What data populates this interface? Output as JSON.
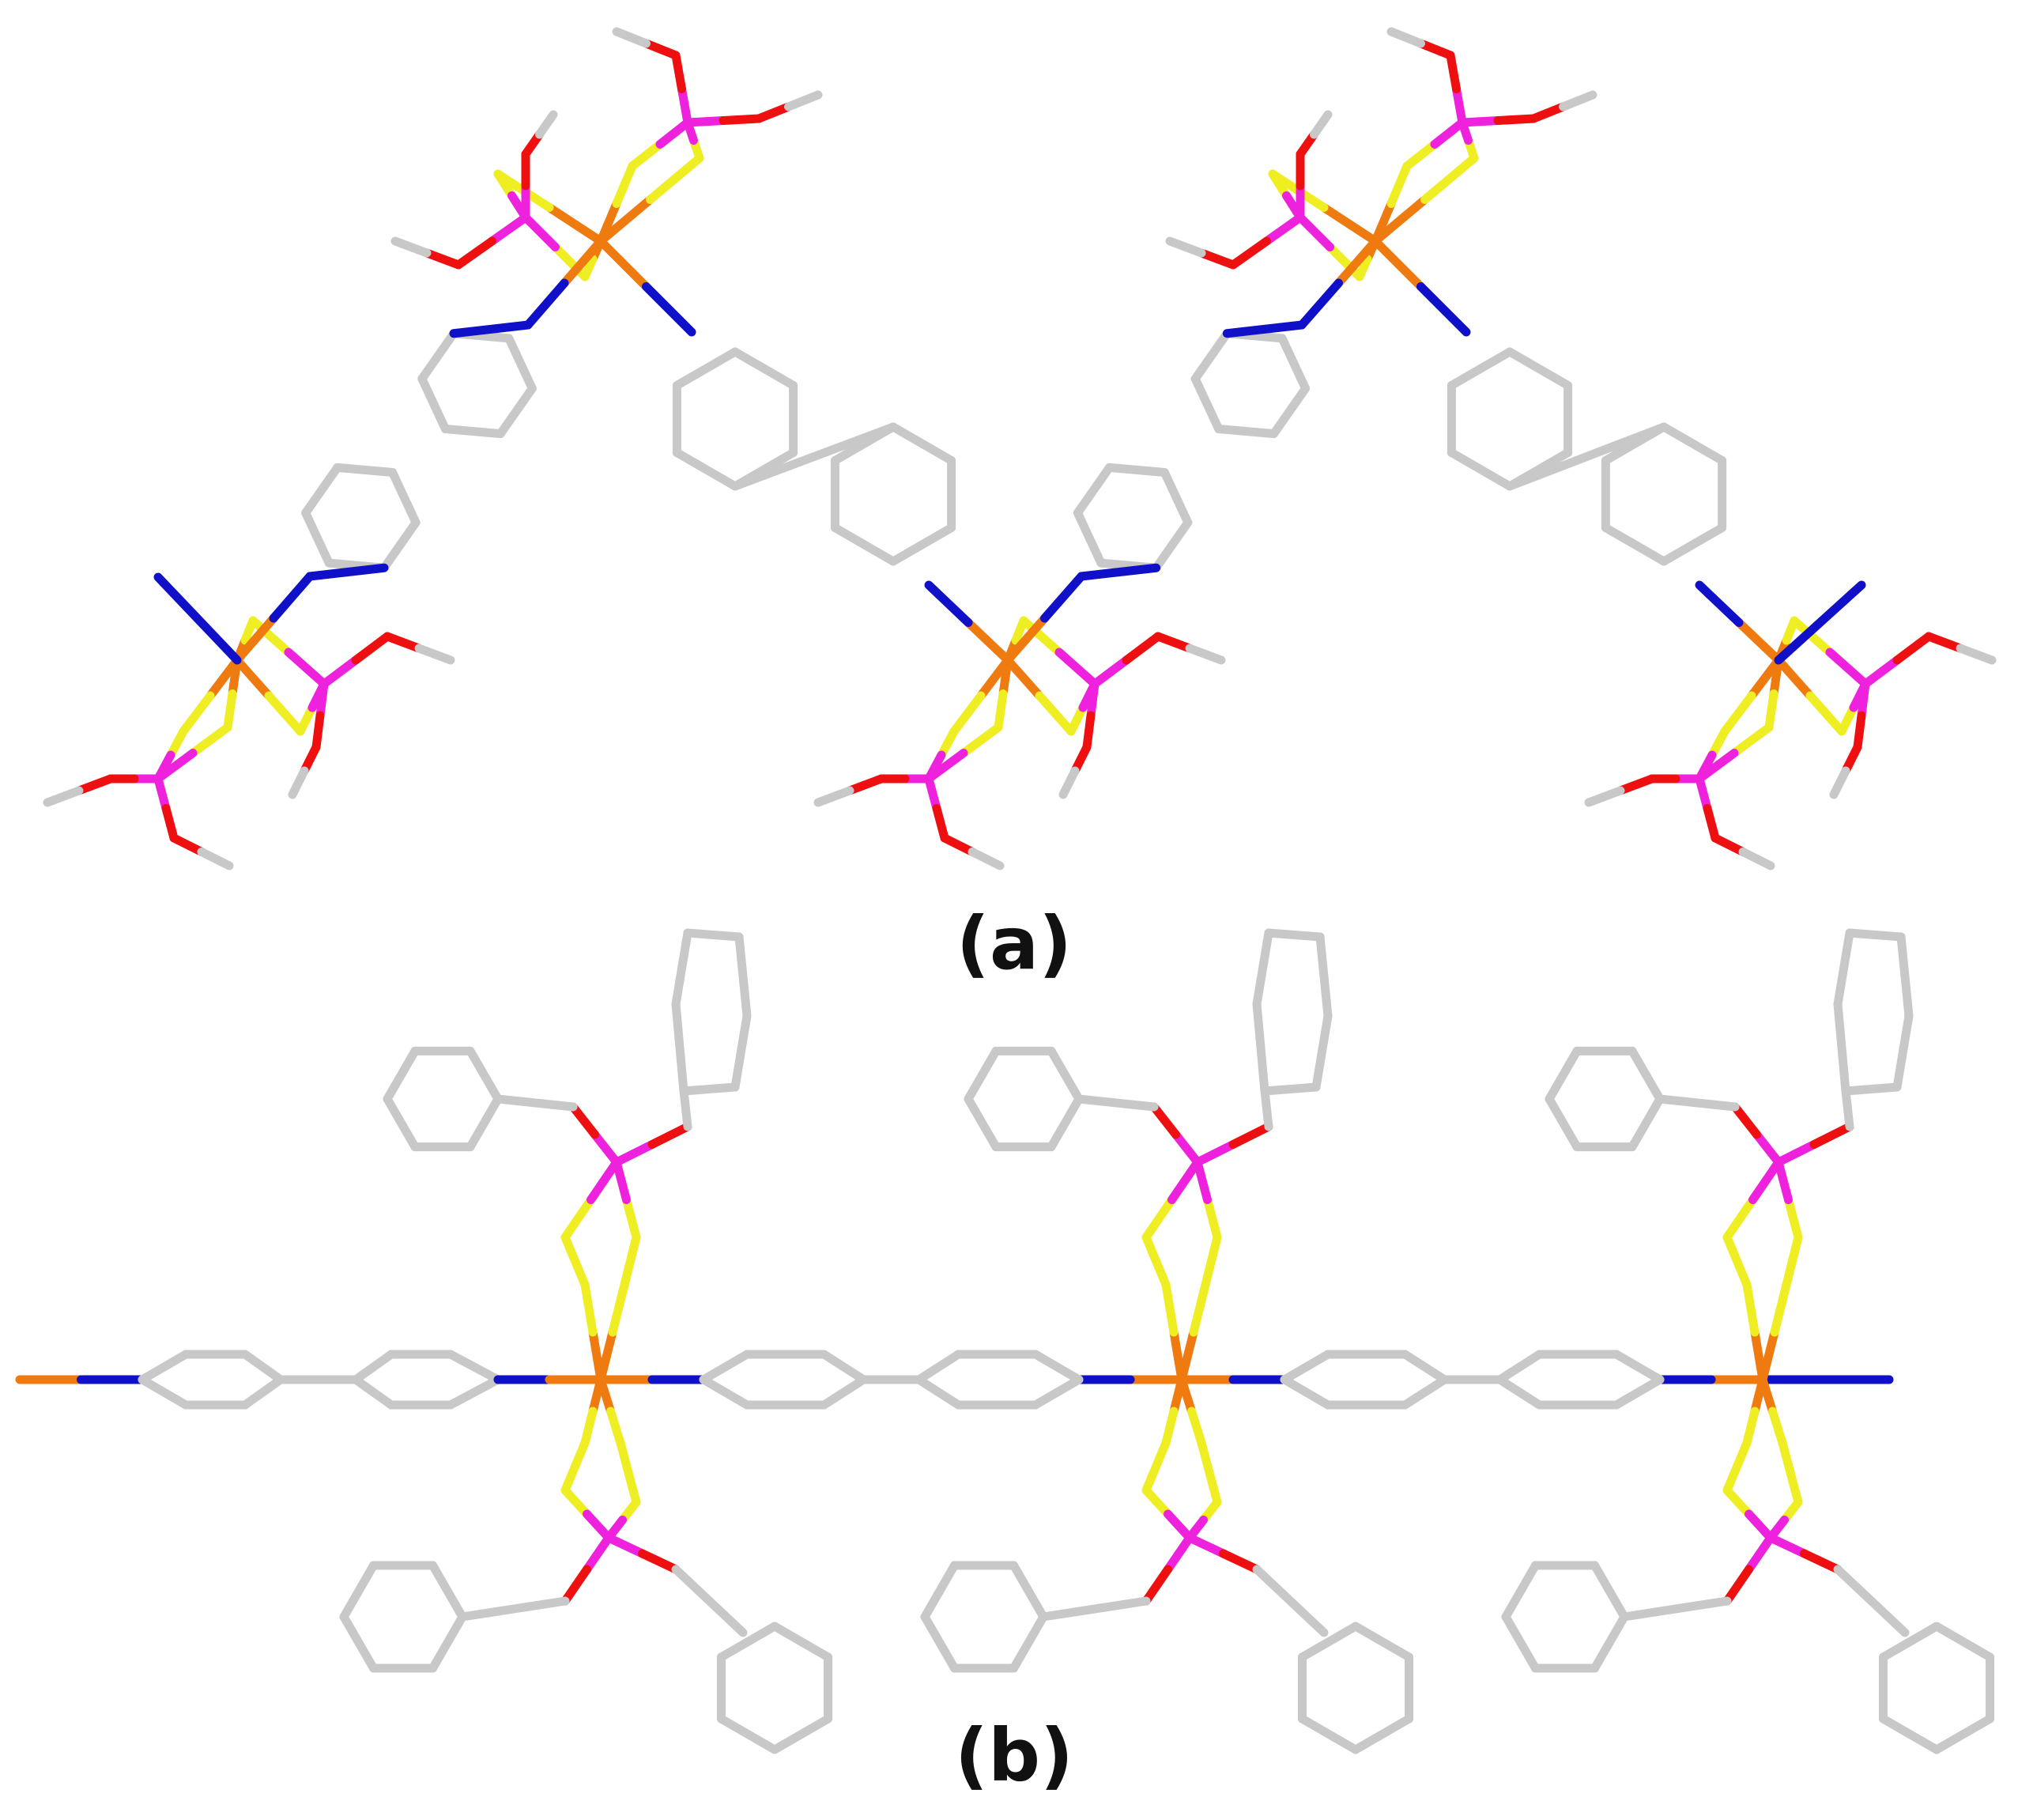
{
  "figure": {
    "panels": [
      {
        "id": "a",
        "label": "(a)",
        "view": "zigzag-chain"
      },
      {
        "id": "b",
        "label": "(b)",
        "view": "linear-chain"
      }
    ]
  },
  "atom_colors": {
    "carbon": "#c8c8c8",
    "nitrogen": "#1010c8",
    "oxygen": "#ee1010",
    "phosphorus": "#ee22dd",
    "sulfur": "#eeee22",
    "metal": "#ee7a10"
  },
  "bond_style": "stick"
}
